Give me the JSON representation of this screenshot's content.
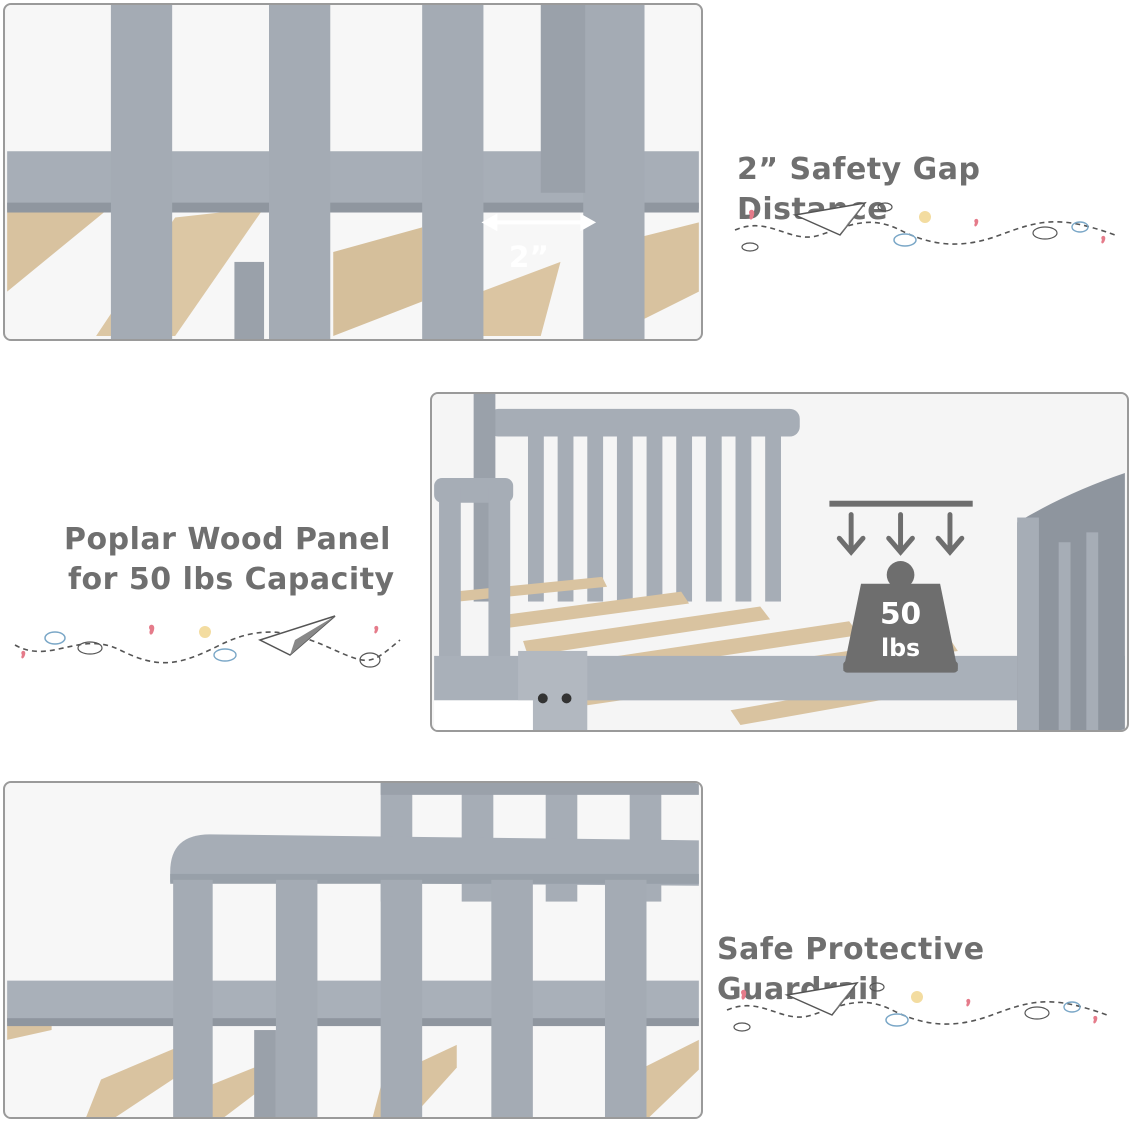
{
  "features": [
    {
      "title": "2” Safety Gap Distance",
      "dimension_label": "2”"
    },
    {
      "title_line1": "Poplar Wood Panel",
      "title_line2": "for 50 lbs Capacity",
      "weight_value": "50",
      "weight_unit": "lbs"
    },
    {
      "title": "Safe Protective Guardrail"
    }
  ],
  "colors": {
    "frame_gray": "#a6adb6",
    "frame_gray_dark": "#8e959e",
    "wood": "#d9c3a0",
    "caption": "#6f6f6f",
    "weight_badge": "#6e6e6e"
  }
}
